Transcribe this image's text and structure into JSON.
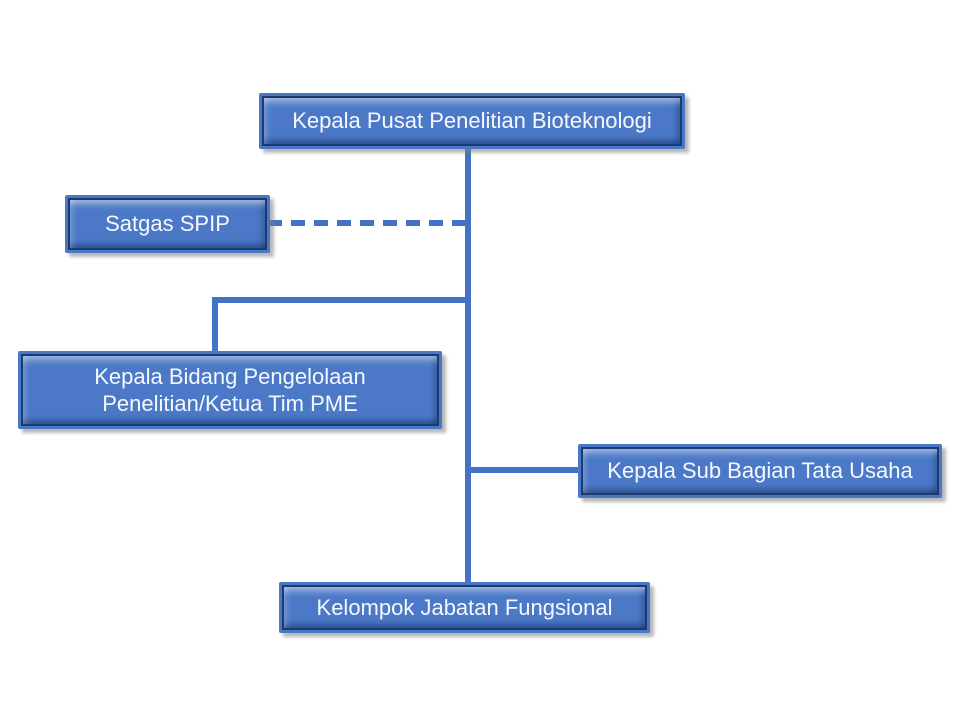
{
  "diagram": {
    "type": "organization-chart",
    "background": "#ffffff",
    "colors": {
      "node_fill": "#4b79c7",
      "node_bevel_highlight": "#7aa0dd",
      "node_border_outer": "#4a78c4",
      "node_border_inner": "#1c3a72",
      "node_text": "#f5f8fd",
      "connector": "#4472c4",
      "drop_shadow": "#7d7d7d"
    },
    "nodes": {
      "kepala_pusat": {
        "label": "Kepala Pusat Penelitian Bioteknologi"
      },
      "satgas_spip": {
        "label": "Satgas SPIP"
      },
      "kepala_bidang": {
        "line1": "Kepala Bidang Pengelolaan",
        "line2": "Penelitian/Ketua Tim PME"
      },
      "kepala_sub": {
        "label": "Kepala Sub Bagian Tata Usaha"
      },
      "kelompok": {
        "label": "Kelompok Jabatan Fungsional"
      }
    },
    "edges": [
      {
        "from": "kepala_pusat",
        "to": "satgas_spip",
        "style": "dashed"
      },
      {
        "from": "kepala_pusat",
        "to": "kepala_bidang",
        "style": "solid"
      },
      {
        "from": "kepala_pusat",
        "to": "kepala_sub",
        "style": "solid"
      },
      {
        "from": "kepala_pusat",
        "to": "kelompok",
        "style": "solid"
      }
    ]
  }
}
